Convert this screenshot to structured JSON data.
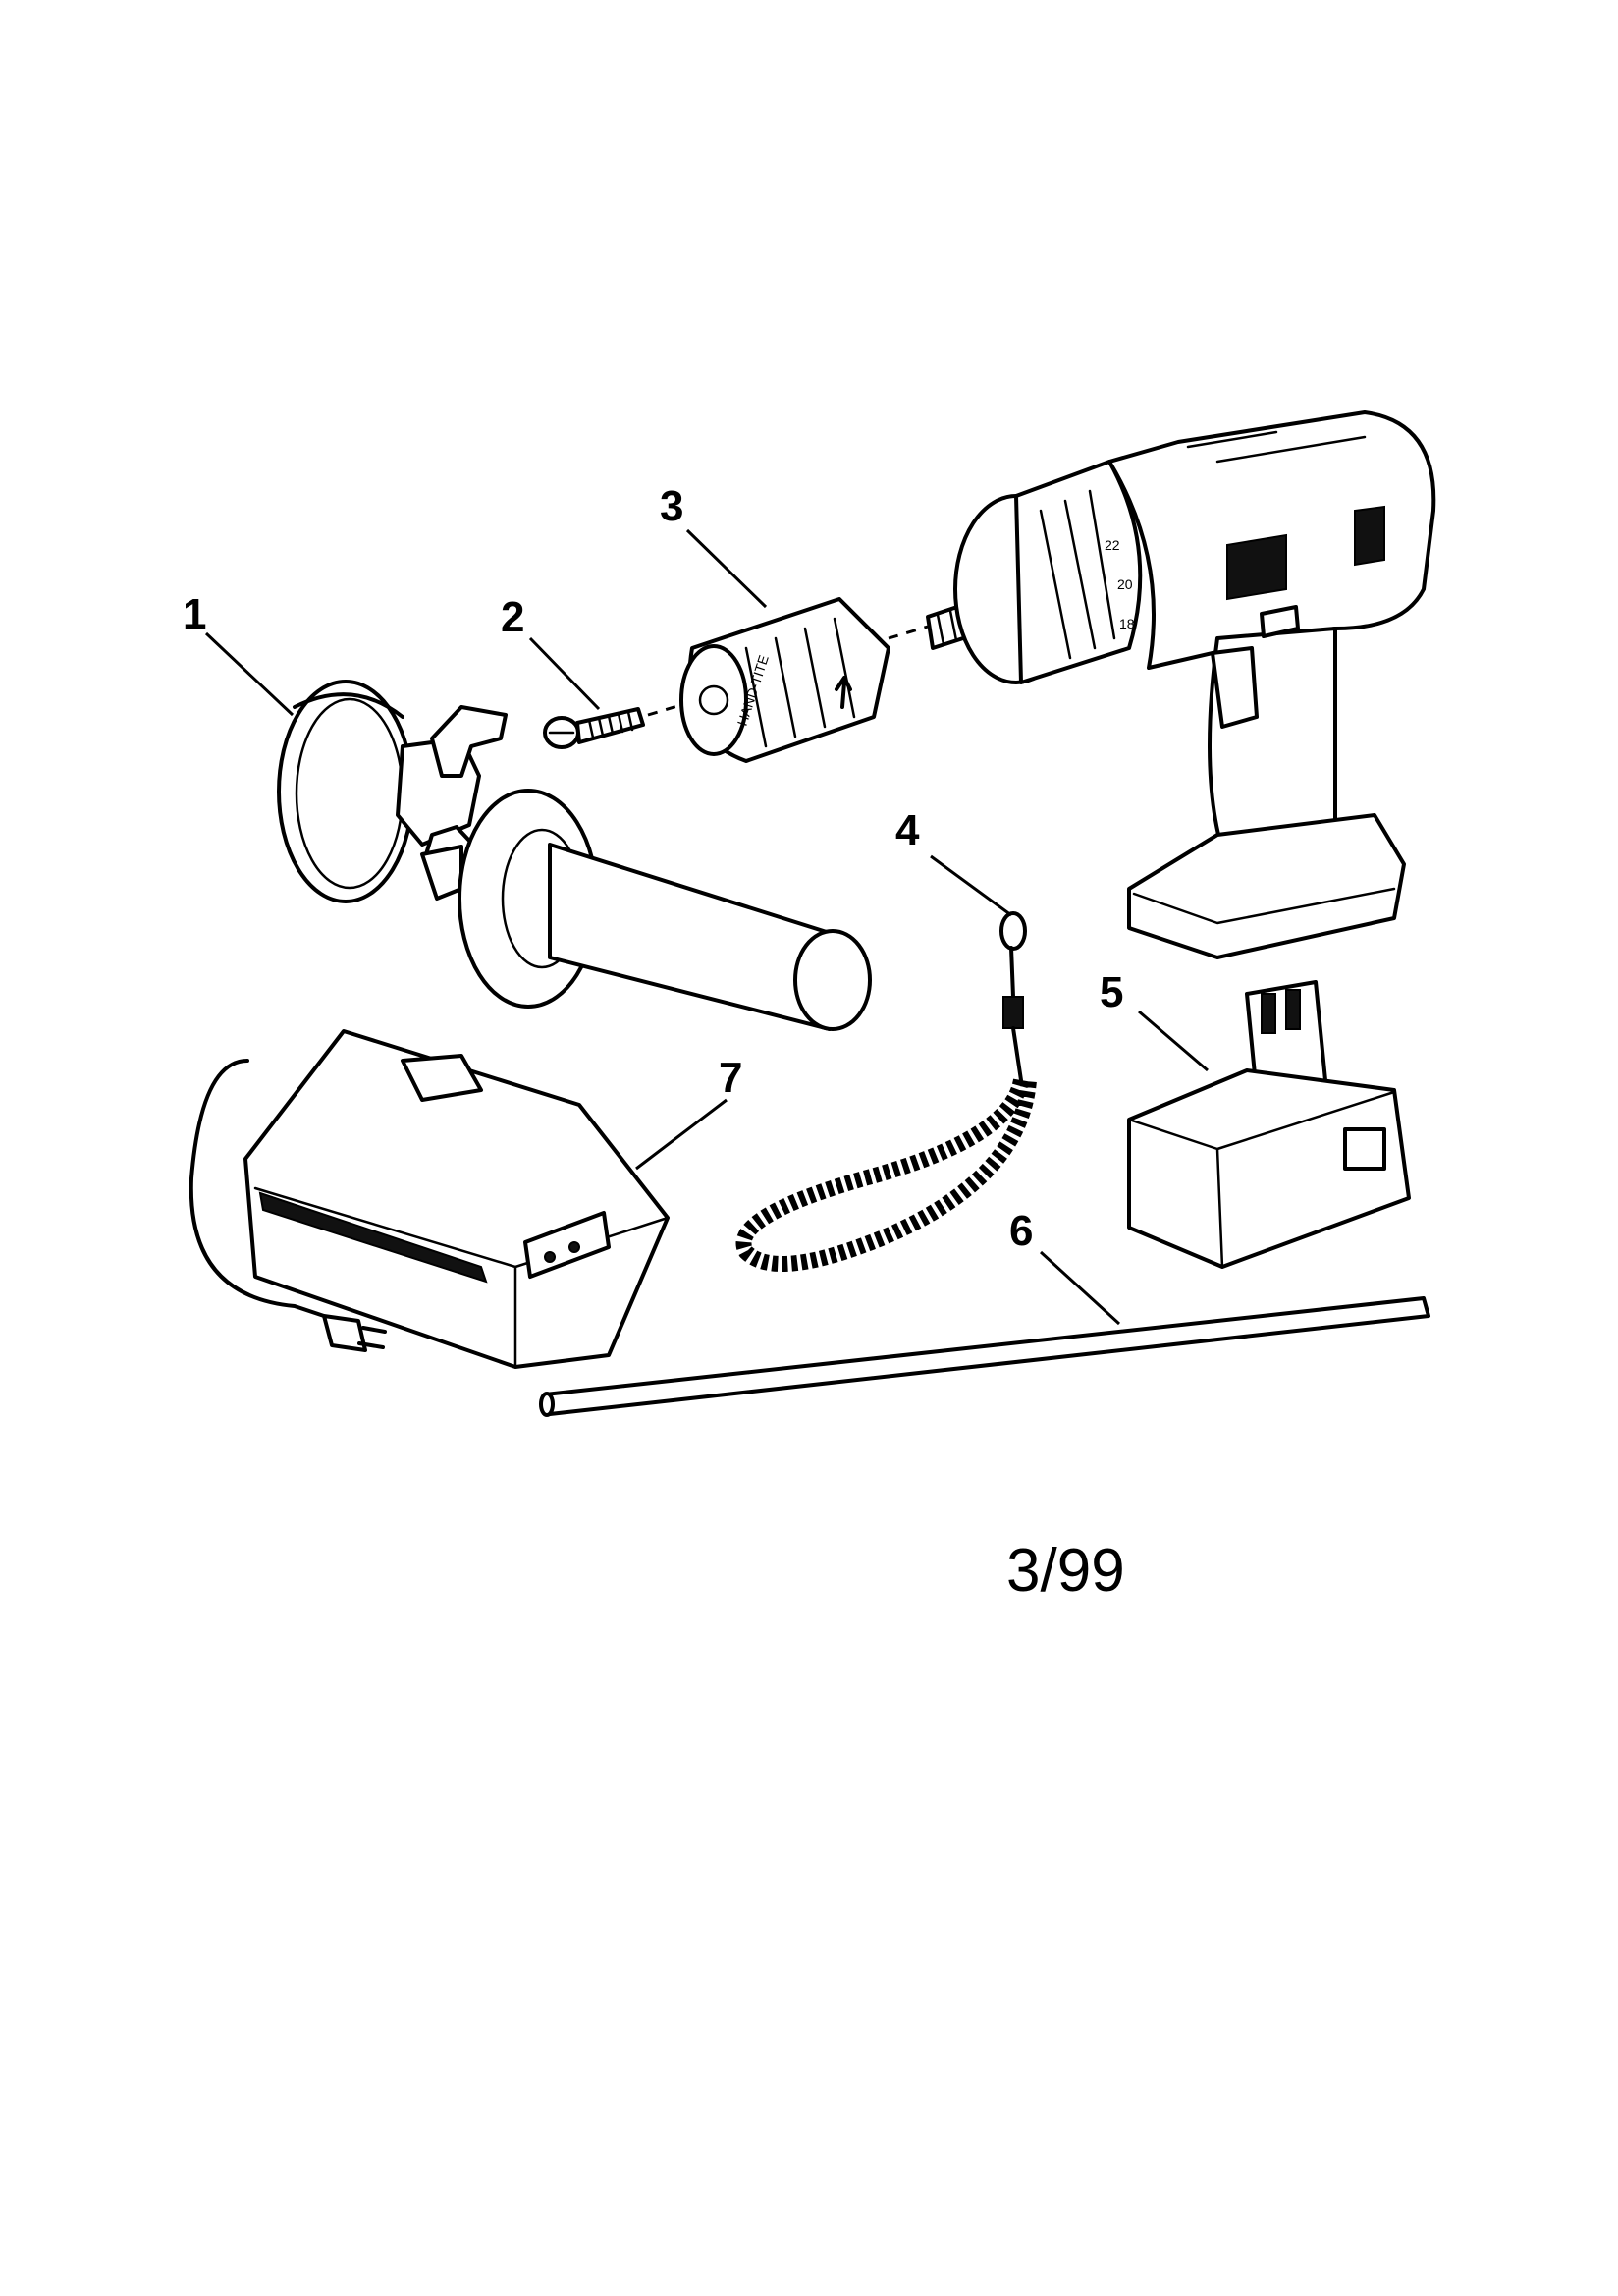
{
  "parts": [
    {
      "id": "part-1",
      "label": "1"
    },
    {
      "id": "part-2",
      "label": "2"
    },
    {
      "id": "part-3",
      "label": "3"
    },
    {
      "id": "part-4",
      "label": "4"
    },
    {
      "id": "part-5",
      "label": "5"
    },
    {
      "id": "part-6",
      "label": "6"
    },
    {
      "id": "part-7",
      "label": "7"
    }
  ],
  "chuck_marking": "HAND-TITE",
  "clutch_scale": [
    "22",
    "20",
    "18"
  ],
  "date_code": "3/99"
}
